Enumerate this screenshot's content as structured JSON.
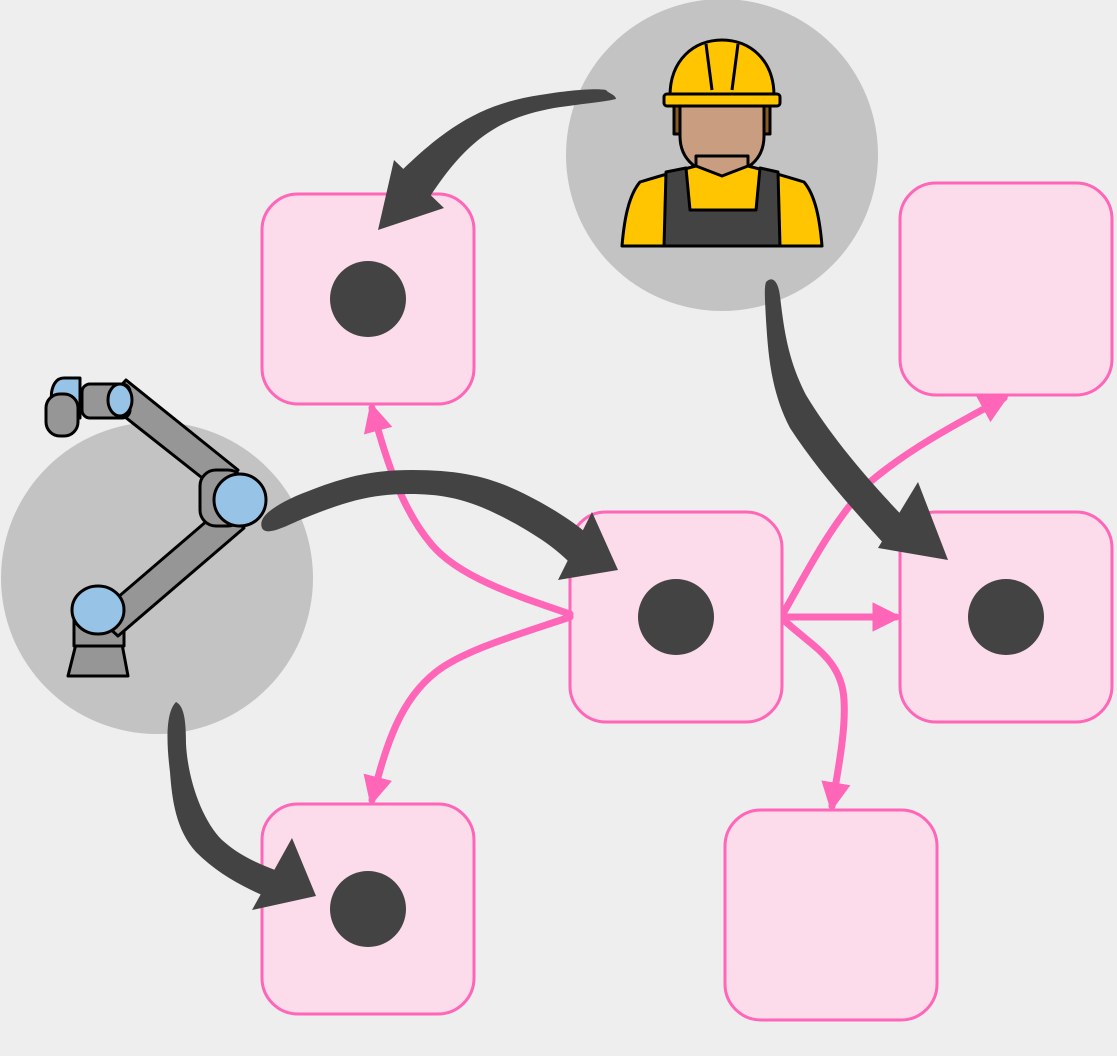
{
  "diagram": {
    "agents": [
      {
        "id": "worker",
        "label": "",
        "icon": "construction-worker-icon",
        "acts_on": [
          "node-a",
          "node-f"
        ]
      },
      {
        "id": "robot",
        "label": "",
        "icon": "robot-arm-icon",
        "acts_on": [
          "node-c",
          "node-d"
        ]
      }
    ],
    "nodes": [
      {
        "id": "node-a",
        "marked": true
      },
      {
        "id": "node-b",
        "marked": false
      },
      {
        "id": "node-c",
        "marked": true
      },
      {
        "id": "node-d",
        "marked": true
      },
      {
        "id": "node-e",
        "marked": false
      },
      {
        "id": "node-f",
        "marked": true
      }
    ],
    "transitions": [
      {
        "from": "node-c",
        "to": "node-a"
      },
      {
        "from": "node-c",
        "to": "node-d"
      },
      {
        "from": "node-c",
        "to": "node-b"
      },
      {
        "from": "node-c",
        "to": "node-f"
      },
      {
        "from": "node-c",
        "to": "node-e"
      }
    ],
    "colors": {
      "background": "#eeeeee",
      "node_fill": "#fcdcea",
      "node_stroke": "#ff66b8",
      "token": "#434343",
      "agent_arrow": "#434343",
      "agent_circle": "#c3c3c3",
      "helmet": "#ffc500",
      "skin": "#c99e80",
      "robot_joint": "#96c3e6",
      "robot_link": "#969696"
    }
  }
}
